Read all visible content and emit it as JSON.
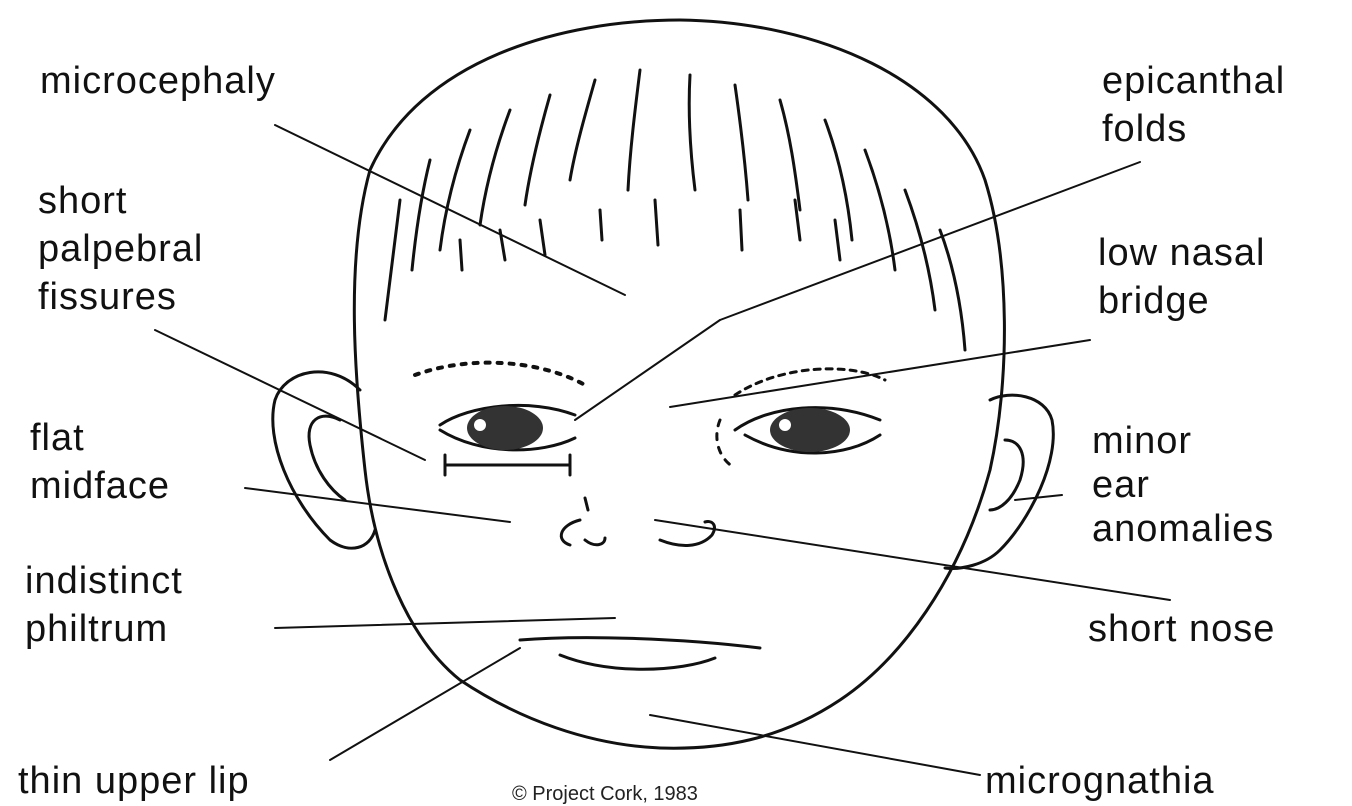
{
  "labels": {
    "microcephaly": "microcephaly",
    "short_palpebral_1": "short",
    "short_palpebral_2": "palpebral",
    "short_palpebral_3": "fissures",
    "flat_midface_1": "flat",
    "flat_midface_2": "midface",
    "indistinct_philtrum_1": "indistinct",
    "indistinct_philtrum_2": "philtrum",
    "thin_upper_lip": "thin upper lip",
    "epicanthal_1": "epicanthal",
    "epicanthal_2": "folds",
    "low_nasal_1": "low nasal",
    "low_nasal_2": "bridge",
    "minor_ear_1": "minor",
    "minor_ear_2": "ear",
    "minor_ear_3": "anomalies",
    "short_nose": "short nose",
    "micrognathia": "micrognathia"
  },
  "copyright": "© Project Cork, 1983",
  "colors": {
    "ink": "#111111",
    "background": "#ffffff"
  }
}
